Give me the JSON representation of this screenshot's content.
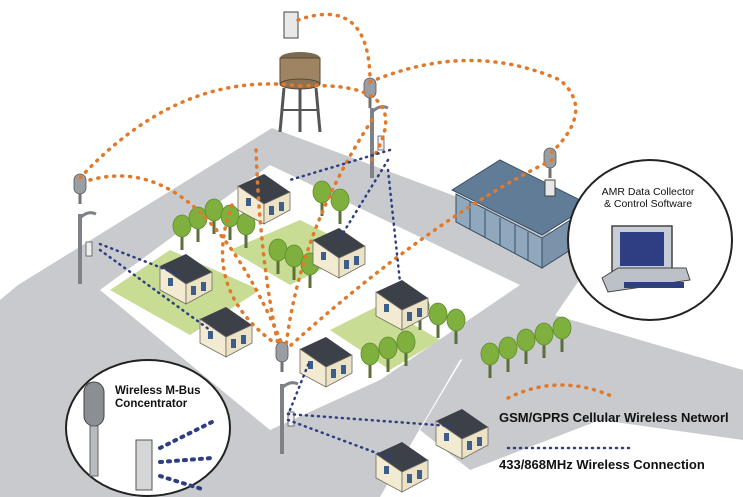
{
  "amr": {
    "line1": "AMR Data Collector",
    "line2": "& Control Software"
  },
  "inset": {
    "line1": "Wireless M-Bus",
    "line2": "Concentrator"
  },
  "legend": {
    "gsm_label": "GSM/GPRS Cellular Wireless Networl",
    "rf_label": "433/868MHz Wireless Connection",
    "gsm_color": "#e07a2a",
    "rf_color": "#2d3e82"
  },
  "colors": {
    "pavement": "#c9cacd",
    "grass": "#c8dc94",
    "roof": "#3c4048",
    "wall": "#f3ead2",
    "window": "#3d5d8a",
    "tree": "#7fb03e",
    "trunk": "#5c6e3c",
    "building_roof": "#617c96",
    "glass": "#8fa8bd"
  }
}
